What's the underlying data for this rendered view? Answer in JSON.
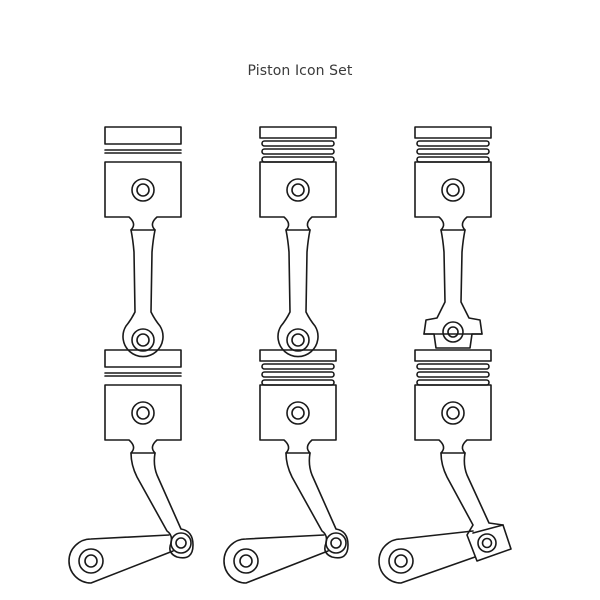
{
  "title": "Piston Icon Set",
  "colors": {
    "background": "#ffffff",
    "stroke": "#1a1a1a",
    "title_text": "#3a3a3a"
  },
  "icons": [
    {
      "name": "piston-rod-icon",
      "variant": "single-band, round-end rod"
    },
    {
      "name": "piston-rings-rod-icon",
      "variant": "three rings, round-end rod"
    },
    {
      "name": "piston-rings-cap-rod-icon",
      "variant": "three rings, rod with split bearing cap"
    },
    {
      "name": "piston-crank-icon",
      "variant": "single-band, rod with crank"
    },
    {
      "name": "piston-rings-crank-icon",
      "variant": "three rings, rod with crank"
    },
    {
      "name": "piston-rings-cap-crank-icon",
      "variant": "three rings, split cap with crank"
    }
  ]
}
